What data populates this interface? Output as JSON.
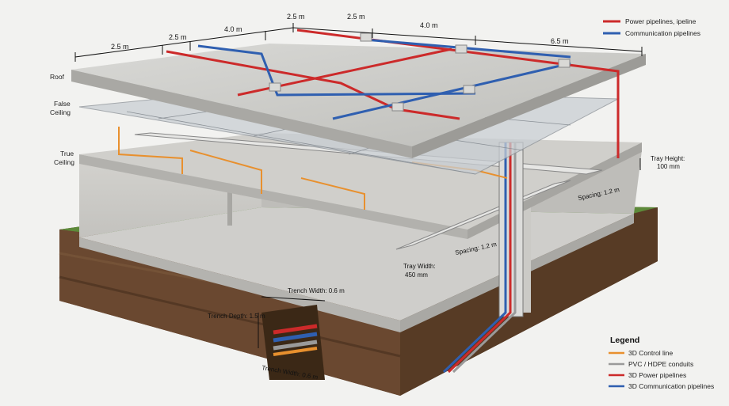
{
  "top_legend": [
    {
      "label": "Power pipelines, ipeline",
      "color": "#cc2a2a"
    },
    {
      "label": "Communication pipelines",
      "color": "#2f5fb0"
    }
  ],
  "dimensions": [
    "2.5 m",
    "2.5 m",
    "4.0 m",
    "2.5 m",
    "2.5 m",
    "4.0 m",
    "6.5 m"
  ],
  "side_labels": {
    "roof": "Roof",
    "false_ceiling_1": "False",
    "false_ceiling_2": "Ceiling",
    "true_ceiling_1": "True",
    "true_ceiling_2": "Ceiling"
  },
  "annotations": {
    "tray_height_1": "Tray Height:",
    "tray_height_2": "100 mm",
    "spacing_right": "Spacing: 1.2 m",
    "spacing_front": "Spacing: 1.2 m",
    "tray_width_1": "Tray Width:",
    "tray_width_2": "450 mm",
    "trench_width_top": "Trench Width: 0.6 m",
    "trench_depth": "Trench Depth: 1.5 m",
    "trench_width_bottom": "Trench Width: 0.6 m"
  },
  "legend": {
    "title": "Legend",
    "items": [
      {
        "label": "3D Control line",
        "color": "#e8902e"
      },
      {
        "label": "PVC / HDPE conduits",
        "color": "#9a9a9a"
      },
      {
        "label": "3D Power pipelines",
        "color": "#cc2a2a"
      },
      {
        "label": "3D Communication pipelines",
        "color": "#2f5fb0"
      }
    ]
  }
}
